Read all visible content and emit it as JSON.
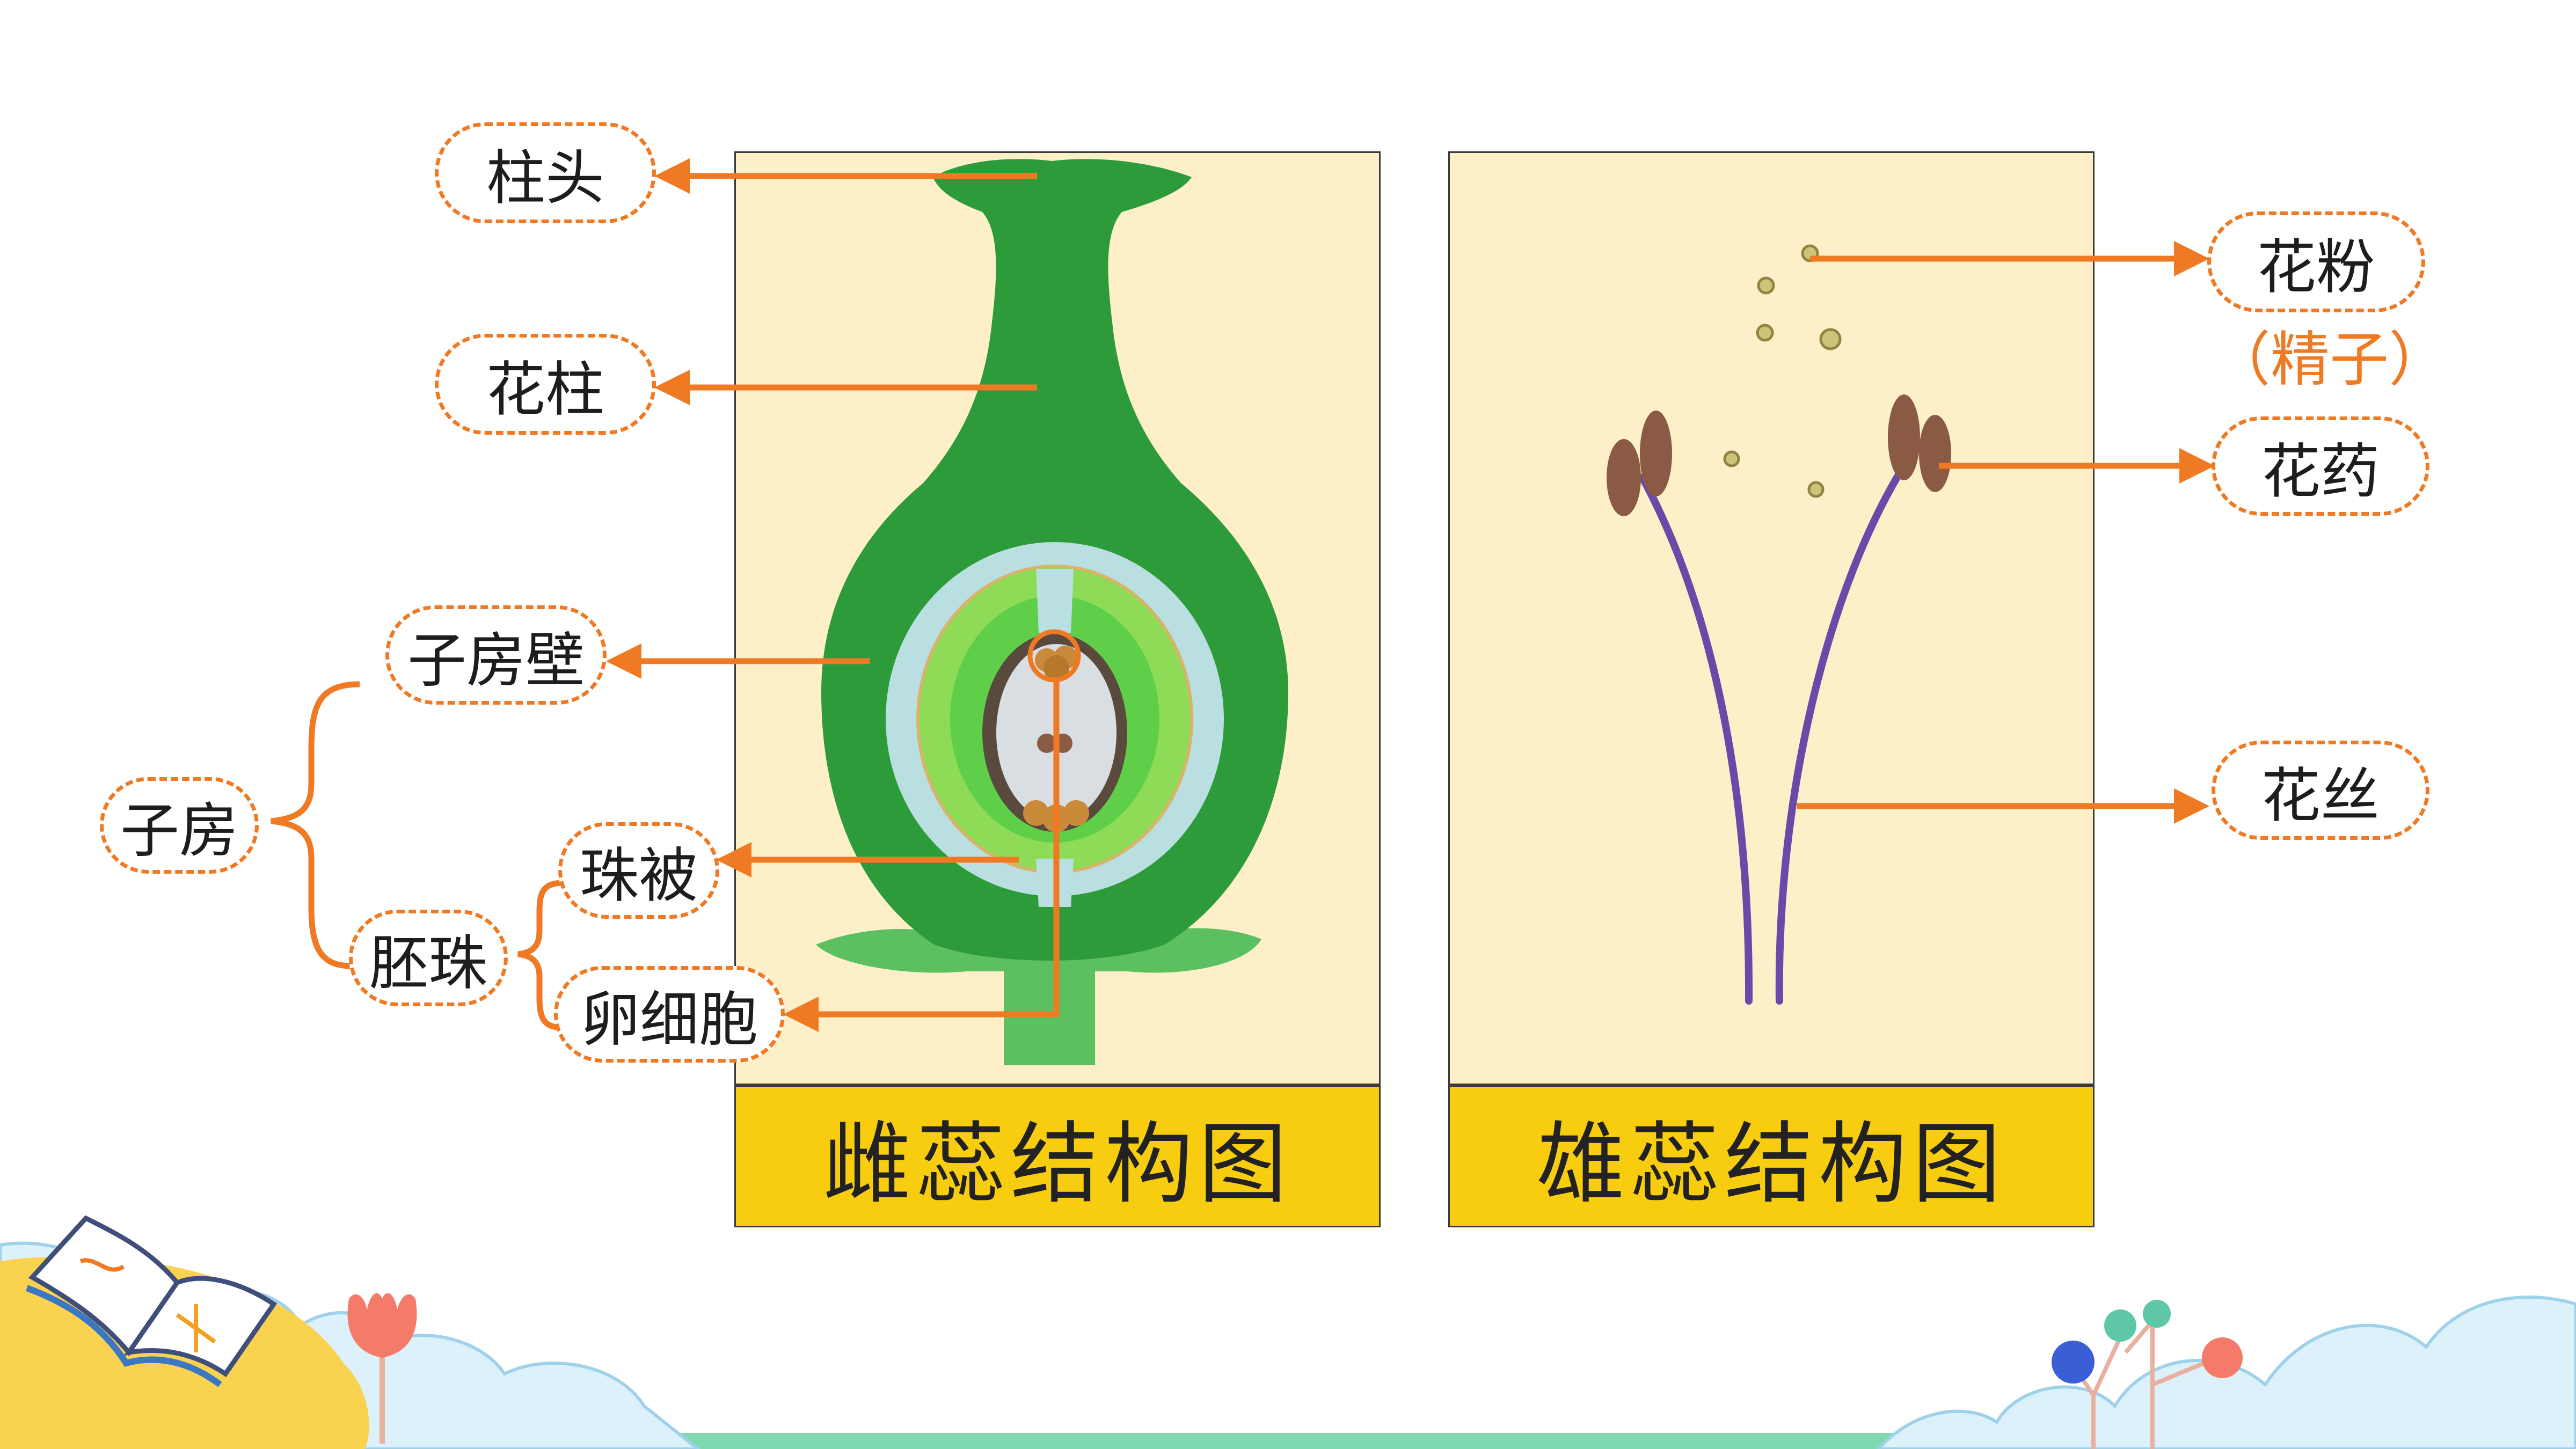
{
  "pistil": {
    "caption": "雌蕊结构图",
    "labels": {
      "stigma": "柱头",
      "style": "花柱",
      "ovary_wall": "子房壁",
      "ovary": "子房",
      "ovule": "胚珠",
      "integument": "珠被",
      "egg_cell": "卵细胞"
    }
  },
  "stamen": {
    "caption": "雄蕊结构图",
    "labels": {
      "pollen": "花粉",
      "pollen_note": "（精子）",
      "anther": "花药",
      "filament": "花丝"
    }
  },
  "colors": {
    "accent": "#f07a24",
    "panel_bg": "#fdf0c9",
    "caption_bg": "#f8cd10",
    "pistil_green": "#2e9b3a",
    "filament_purple": "#6a4aa8",
    "anther_brown": "#8a5a45"
  },
  "icons": [
    "book-icon",
    "tulip-icon",
    "cloud-decoration",
    "lollipop-tree-icon"
  ]
}
